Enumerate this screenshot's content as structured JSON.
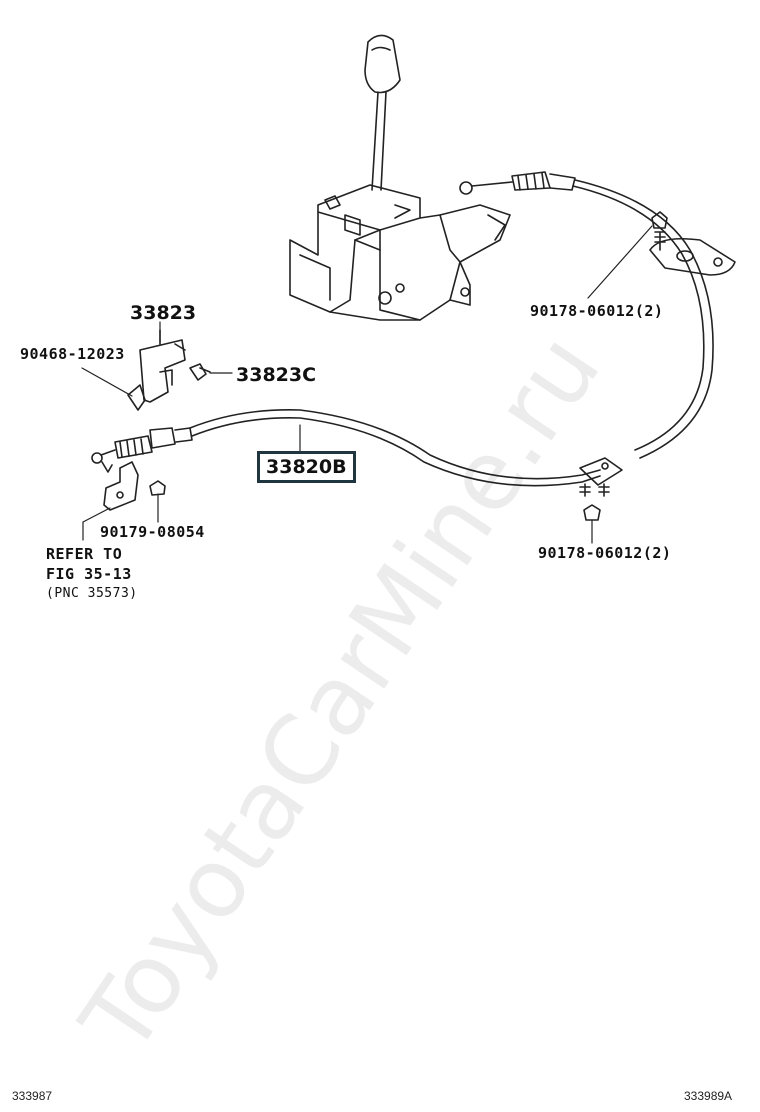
{
  "watermark": "ToyotaCarMine.ru",
  "labels": {
    "part_33823": "33823",
    "part_90468": "90468-12023",
    "part_33823c": "33823C",
    "part_33820b": "33820B",
    "part_90179": "90179-08054",
    "part_90178_top": "90178-06012(2)",
    "part_90178_bottom": "90178-06012(2)",
    "refer_line1": "REFER TO",
    "refer_line2": "FIG 35-13",
    "refer_line3": "(PNC 35573)"
  },
  "footer": {
    "left_code": "333987",
    "right_code": "333989A"
  }
}
